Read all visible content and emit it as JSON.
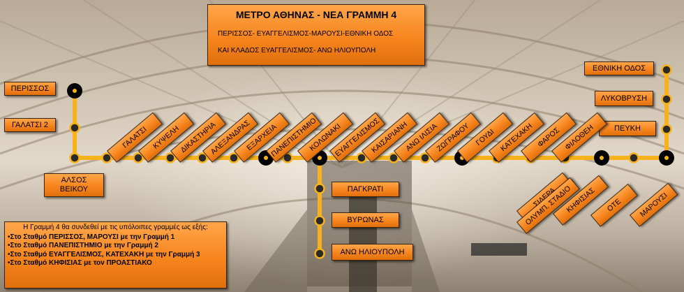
{
  "title": {
    "main": "ΜΕΤΡΟ ΑΘΗΝΑΣ - ΝΕΑ ΓΡΑΜΜΗ 4",
    "line1": "ΠΕΡΙΣΣΟΣ- ΕΥΑΓΓΕΛΙΣΜΟΣ-ΜΑΡΟΥΣΙ-ΕΘΝΙΚΗ ΟΔΟΣ",
    "line2": "ΚΑΙ ΚΛΑΔΟΣ ΕΥΑΓΓΕΛΙΣΜΟΣ- ΑΝΩ ΗΛΙΟΥΠΟΛΗ"
  },
  "colors": {
    "line": "#f7b21b",
    "box": "#f7851e",
    "station": "#000000"
  },
  "left_branch": [
    "ΠΕΡΙΣΣΟΣ",
    "ΓΑΛΑΤΣΙ 2",
    "ΑΛΣΟΣ ΒΕΙΚΟΥ"
  ],
  "top_stations": [
    "ΓΑΛΑΤΣΙ",
    "ΚΥΨΕΛΗ",
    "ΔΙΚΑΣΤΗΡΙΑ",
    "ΑΛΕΞΑΝΔΡΑΣ",
    "ΕΞΑΡΧΕΙΑ",
    "ΠΑΝΕΠΙΣΤΗΜΙΟ",
    "ΚΟΛΩΝΑΚΙ",
    "ΕΥΑΓΓΕΛΙΣΜΟΣ",
    "ΚΑΙΣΑΡΙΑΝΗ",
    "ΑΝΩ ΙΛΙΣΙΑ",
    "ΖΩΓΡΑΦΟΥ",
    "ΓΟΥΔΙ",
    "ΚΑΤΕΧΑΚΗ",
    "ΦΑΡΟΣ",
    "ΦΙΛΟΘΕΗ"
  ],
  "bottom_stations": [
    "ΣΙΔΕΡΑ",
    "ΟΛΥΜΠ. ΣΤΑΔΙΟ",
    "ΚΗΦΙΣΙΑΣ",
    "ΟΤΕ",
    "ΜΑΡΟΥΣΙ"
  ],
  "right_branch": [
    "ΕΘΝΙΚΗ ΟΔΟΣ",
    "ΛΥΚΟΒΡΥΣΗ",
    "ΠΕΥΚΗ"
  ],
  "south_branch": [
    "ΠΑΓΚΡΑΤΙ",
    "ΒΥΡΩΝΑΣ",
    "ΑΝΩ ΗΛΙΟΥΠΟΛΗ"
  ],
  "info": {
    "heading": "Η Γραμμή 4 θα συνδεθεί με τις υπόλοιπες γραμμές ως εξής:",
    "lines": [
      "•Στο Σταθμό ΠΕΡΙΣΣΟΣ, ΜΑΡΟΥΣΙ  με την Γραμμή 1",
      "•Στο Σταθμό ΠΑΝΕΠΙΣΤΗΜΙΟ με την Γραμμή 2",
      "•Στο Σταθμό ΕΥΑΓΓΕΛΙΣΜΟΣ, ΚΑΤΕΧΑΚΗ με την Γραμμή 3",
      "•Στο Σταθμό ΚΗΦΙΣΙΑΣ με τον ΠΡΟΑΣΤΙΑΚΟ"
    ]
  }
}
